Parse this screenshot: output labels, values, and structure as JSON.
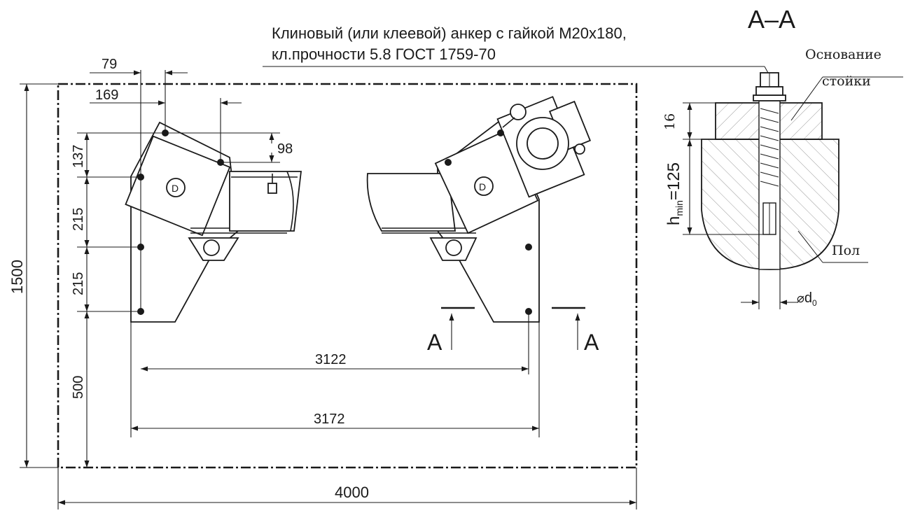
{
  "note": {
    "line1": "Клиновый (или клеевой) анкер с гайкой М20х180,",
    "line2": "кл.прочности 5.8 ГОСТ 1759-70"
  },
  "section": {
    "title": "A–A",
    "base_label_1": "Основание",
    "base_label_2": "стойки",
    "floor_label": "Пол",
    "dim_16": "16",
    "h_main": "h",
    "h_sub": "min",
    "h_value": "=125",
    "diameter_symbol": "⌀",
    "diameter_d": "d",
    "diameter_sub": "0"
  },
  "dimensions": {
    "d79": "79",
    "d169": "169",
    "d98": "98",
    "d137": "137",
    "d215a": "215",
    "d215b": "215",
    "d500": "500",
    "d1500": "1500",
    "d3122": "3122",
    "d3172": "3172",
    "d4000": "4000"
  },
  "markers": {
    "left": "A",
    "right": "A"
  }
}
